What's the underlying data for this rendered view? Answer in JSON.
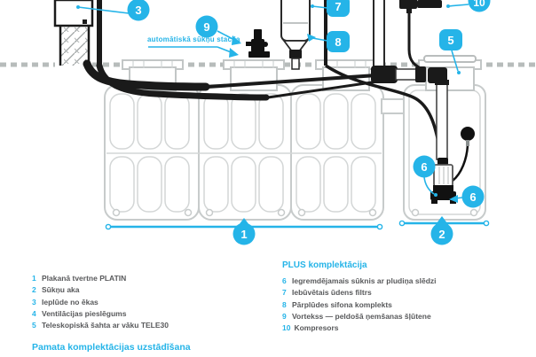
{
  "colors": {
    "accent": "#25b4e8",
    "legend_text": "#58595b"
  },
  "callouts": {
    "c1": "1",
    "c2": "2",
    "c3": "3",
    "c5": "5",
    "c6": "6",
    "c7": "7",
    "c8": "8",
    "c9": "9",
    "c10": "10"
  },
  "diagram_labels": {
    "pump_station": "automātiskā sūkņu stacija"
  },
  "legend_left": {
    "items": [
      {
        "num": "1",
        "text": "Plakanā tvertne PLATIN"
      },
      {
        "num": "2",
        "text": "Sūkņu aka"
      },
      {
        "num": "3",
        "text": "Ieplūde no ēkas"
      },
      {
        "num": "4",
        "text": "Ventilācijas pieslēgums"
      },
      {
        "num": "5",
        "text": "Teleskopiskā šahta ar vāku TELE30"
      }
    ],
    "footer": "Pamata komplektācijas uzstādīšana"
  },
  "legend_right": {
    "header": "PLUS komplektācija",
    "items": [
      {
        "num": "6",
        "text": "Iegremdējamais sūknis ar pludiņa slēdzi"
      },
      {
        "num": "7",
        "text": "Iebūvētais ūdens filtrs"
      },
      {
        "num": "8",
        "text": "Pārplūdes sifona komplekts"
      },
      {
        "num": "9",
        "text": "Vortekss — peldošā ņemšanas šļūtene"
      },
      {
        "num": "10",
        "text": "Kompresors"
      }
    ]
  }
}
